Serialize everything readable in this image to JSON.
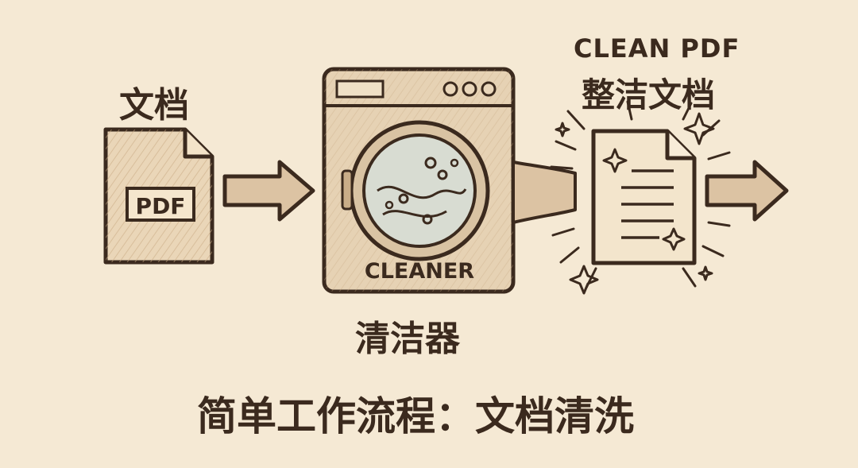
{
  "document": {
    "label": "文档",
    "tag": "PDF"
  },
  "cleaner": {
    "label_en": "CLEANER",
    "label_cn": "清洁器"
  },
  "output": {
    "label_en": "CLEAN PDF",
    "label_cn": "整洁文档"
  },
  "caption": "简单工作流程：文档清洗",
  "colors": {
    "background": "#f5e9d4",
    "ink": "#3b2a1e",
    "paper_fill": "#ead6b8",
    "machine_fill": "#e6d2b4",
    "drum_fill": "#d8dcd2",
    "arrow_fill": "#dcc3a3"
  }
}
